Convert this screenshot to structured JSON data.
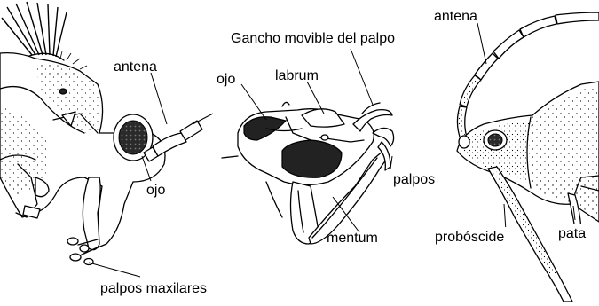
{
  "labels": {
    "antena_left": "antena",
    "ojo_left": "ojo",
    "palpos_maxilares": "palpos maxilares",
    "gancho": "Gancho movible del palpo",
    "ojo_middle": "ojo",
    "labrum": "labrum",
    "palpos": "palpos",
    "mentum": "mentum",
    "antena_right": "antena",
    "proboscide": "probóscide",
    "pata": "pata"
  }
}
